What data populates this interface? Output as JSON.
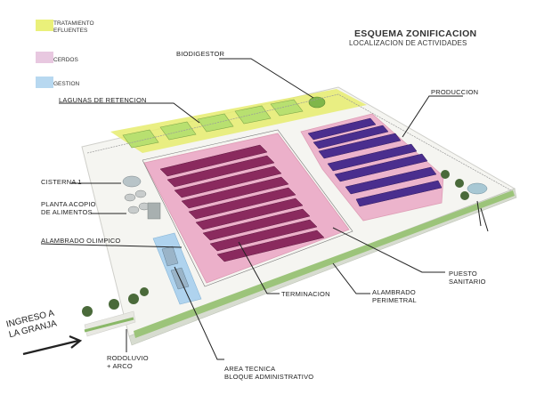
{
  "header": {
    "title": "ESQUEMA ZONIFICACION",
    "subtitle": "LOCALIZACION DE ACTIVIDADES"
  },
  "legend": [
    {
      "label": "TRATAMIENTO\nEFLUENTES",
      "color": "#eaf07a"
    },
    {
      "label": "CERDOS",
      "color": "#e8c8e0"
    },
    {
      "label": "GESTION",
      "color": "#b7d8f0"
    }
  ],
  "labels": {
    "biodigestor": "BIODIGESTOR",
    "lagunas": "LAGUNAS DE RETENCION",
    "produccion": "PRODUCCION",
    "cisterna": "CISTERNA 1",
    "planta": "PLANTA ACOPIO\nDE ALIMENTOS",
    "alambrado_olimpico": "ALAMBRADO OLIMPICO",
    "puesto": "PUESTO\nSANITARIO",
    "terminacion": "TERMINACION",
    "alambrado_perimetral": "ALAMBRADO\nPERIMETRAL",
    "ingreso": "INGRESO A\nLA GRANJA",
    "rodoluvio": "RODOLUVIO\n+ ARCO",
    "area_tecnica": "AREA TECNICA\nBLOQUE  ADMINISTRATIVO"
  },
  "colors": {
    "effluent_zone": "#e6ec6e",
    "pig_zone": "#e8b8d8",
    "management_zone": "#a8d0ee",
    "barn_terminacion": "#8a2a5e",
    "barn_produccion": "#4a2e8e",
    "ground": "#f4f4f0",
    "pond": "#b8e070"
  }
}
